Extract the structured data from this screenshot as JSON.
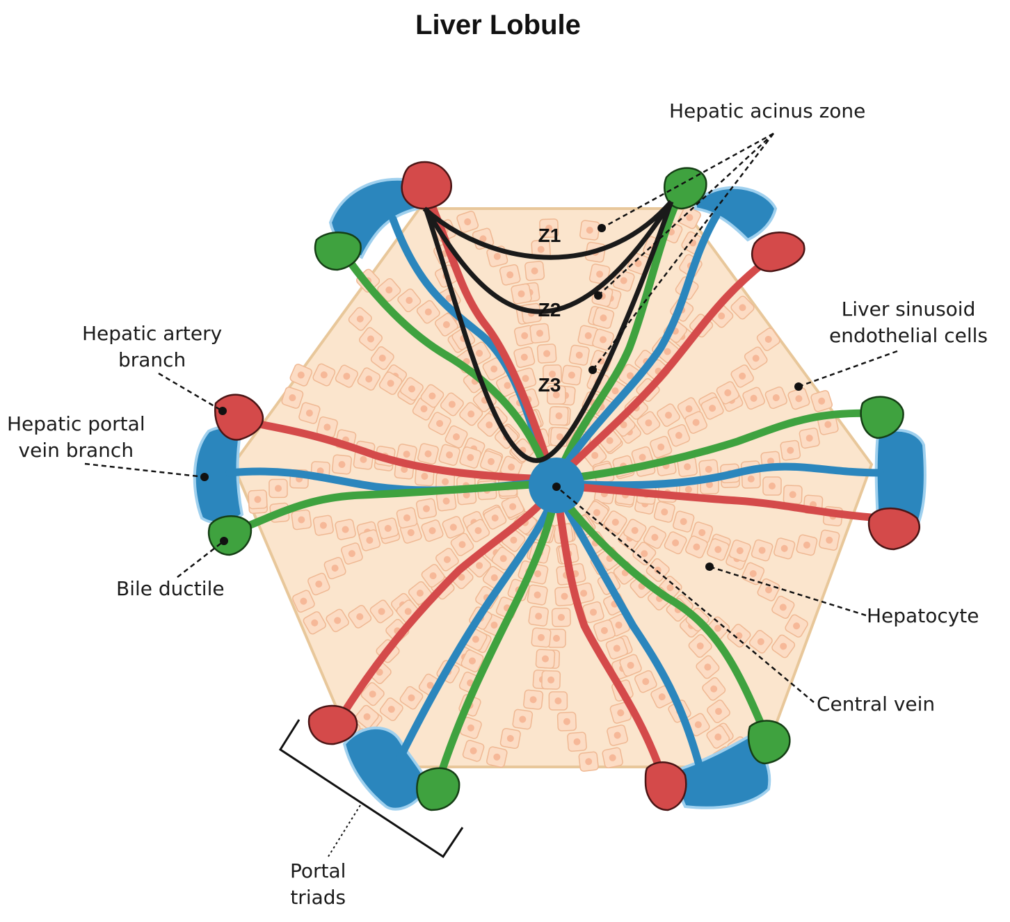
{
  "title": "Liver Lobule",
  "labels": {
    "hepatic_acinus_zone": "Hepatic acinus zone",
    "sinusoid_line1": "Liver sinusoid",
    "sinusoid_line2": "endothelial cells",
    "artery_line1": "Hepatic artery",
    "artery_line2": "branch",
    "portal_line1": "Hepatic portal",
    "portal_line2": "vein branch",
    "bile_ductile": "Bile ductile",
    "hepatocyte": "Hepatocyte",
    "central_vein": "Central vein",
    "triads_line1": "Portal",
    "triads_line2": "triads"
  },
  "zones": [
    "Z1",
    "Z2",
    "Z3"
  ],
  "colors": {
    "lobule_fill": "#fbe5cd",
    "lobule_border": "#e8c79a",
    "hepatocyte_fill": "#fcdcc4",
    "hepatocyte_stroke": "#efb893",
    "hepatocyte_nucleus": "#f6b898",
    "portal_vein": "#2b86bd",
    "hepatic_artery": "#d44a4a",
    "bile_duct": "#3fa23f",
    "central_vein": "#2b86bd",
    "zone_outline": "#1a1a1a"
  }
}
